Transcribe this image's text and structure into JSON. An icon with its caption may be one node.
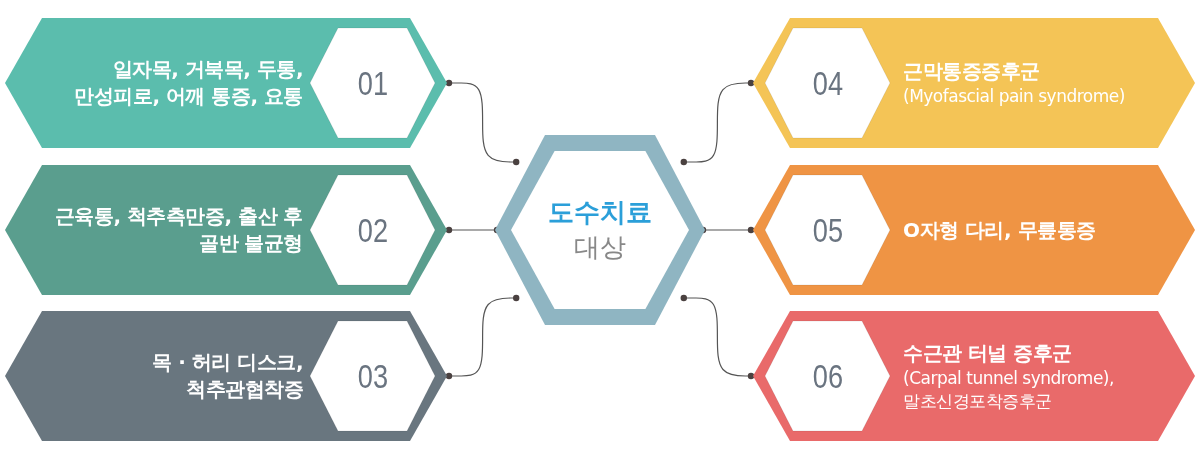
{
  "diagram": {
    "nodes": [
      {
        "text": [
          "일자목, 거북목, 두통, 만성피로, 어깨 통증, 요통"
        ]
      },
      {
        "text": [
          "01"
        ],
        "in": 0
      },
      {
        "text": [
          "근육통, 척추측만증, 출산 후 골반 불균형"
        ]
      },
      {
        "text": [
          "02"
        ],
        "in": 2
      },
      {
        "text": [
          "목 · 허리 디스크, 척추관협착증"
        ]
      },
      {
        "text": [
          "03"
        ],
        "in": 4
      },
      {
        "text": [
          "도수치료",
          "대상"
        ]
      },
      {
        "text": [
          "근막통증증후군",
          "(Myofascial pain syndrome)"
        ]
      },
      {
        "text": [
          "04"
        ],
        "in": 7
      },
      {
        "text": [
          "O자형 다리, 무릎통증"
        ]
      },
      {
        "text": [
          "05"
        ],
        "in": 9
      },
      {
        "text": [
          "수근관 터널 증후군",
          "(Carpal tunnel syndrome), 말초신경포착증후군"
        ]
      },
      {
        "text": [
          "06"
        ],
        "in": 11
      }
    ],
    "edges": [
      {
        "from": 0,
        "to": 6,
        "arrow": "other"
      },
      {
        "from": 2,
        "to": 6,
        "arrow": "other"
      },
      {
        "from": 4,
        "to": 6,
        "arrow": "other"
      },
      {
        "from": 6,
        "to": 7,
        "arrow": "other"
      },
      {
        "from": 6,
        "to": 9,
        "arrow": "other"
      },
      {
        "from": 6,
        "to": 11,
        "arrow": "other"
      }
    ]
  }
}
